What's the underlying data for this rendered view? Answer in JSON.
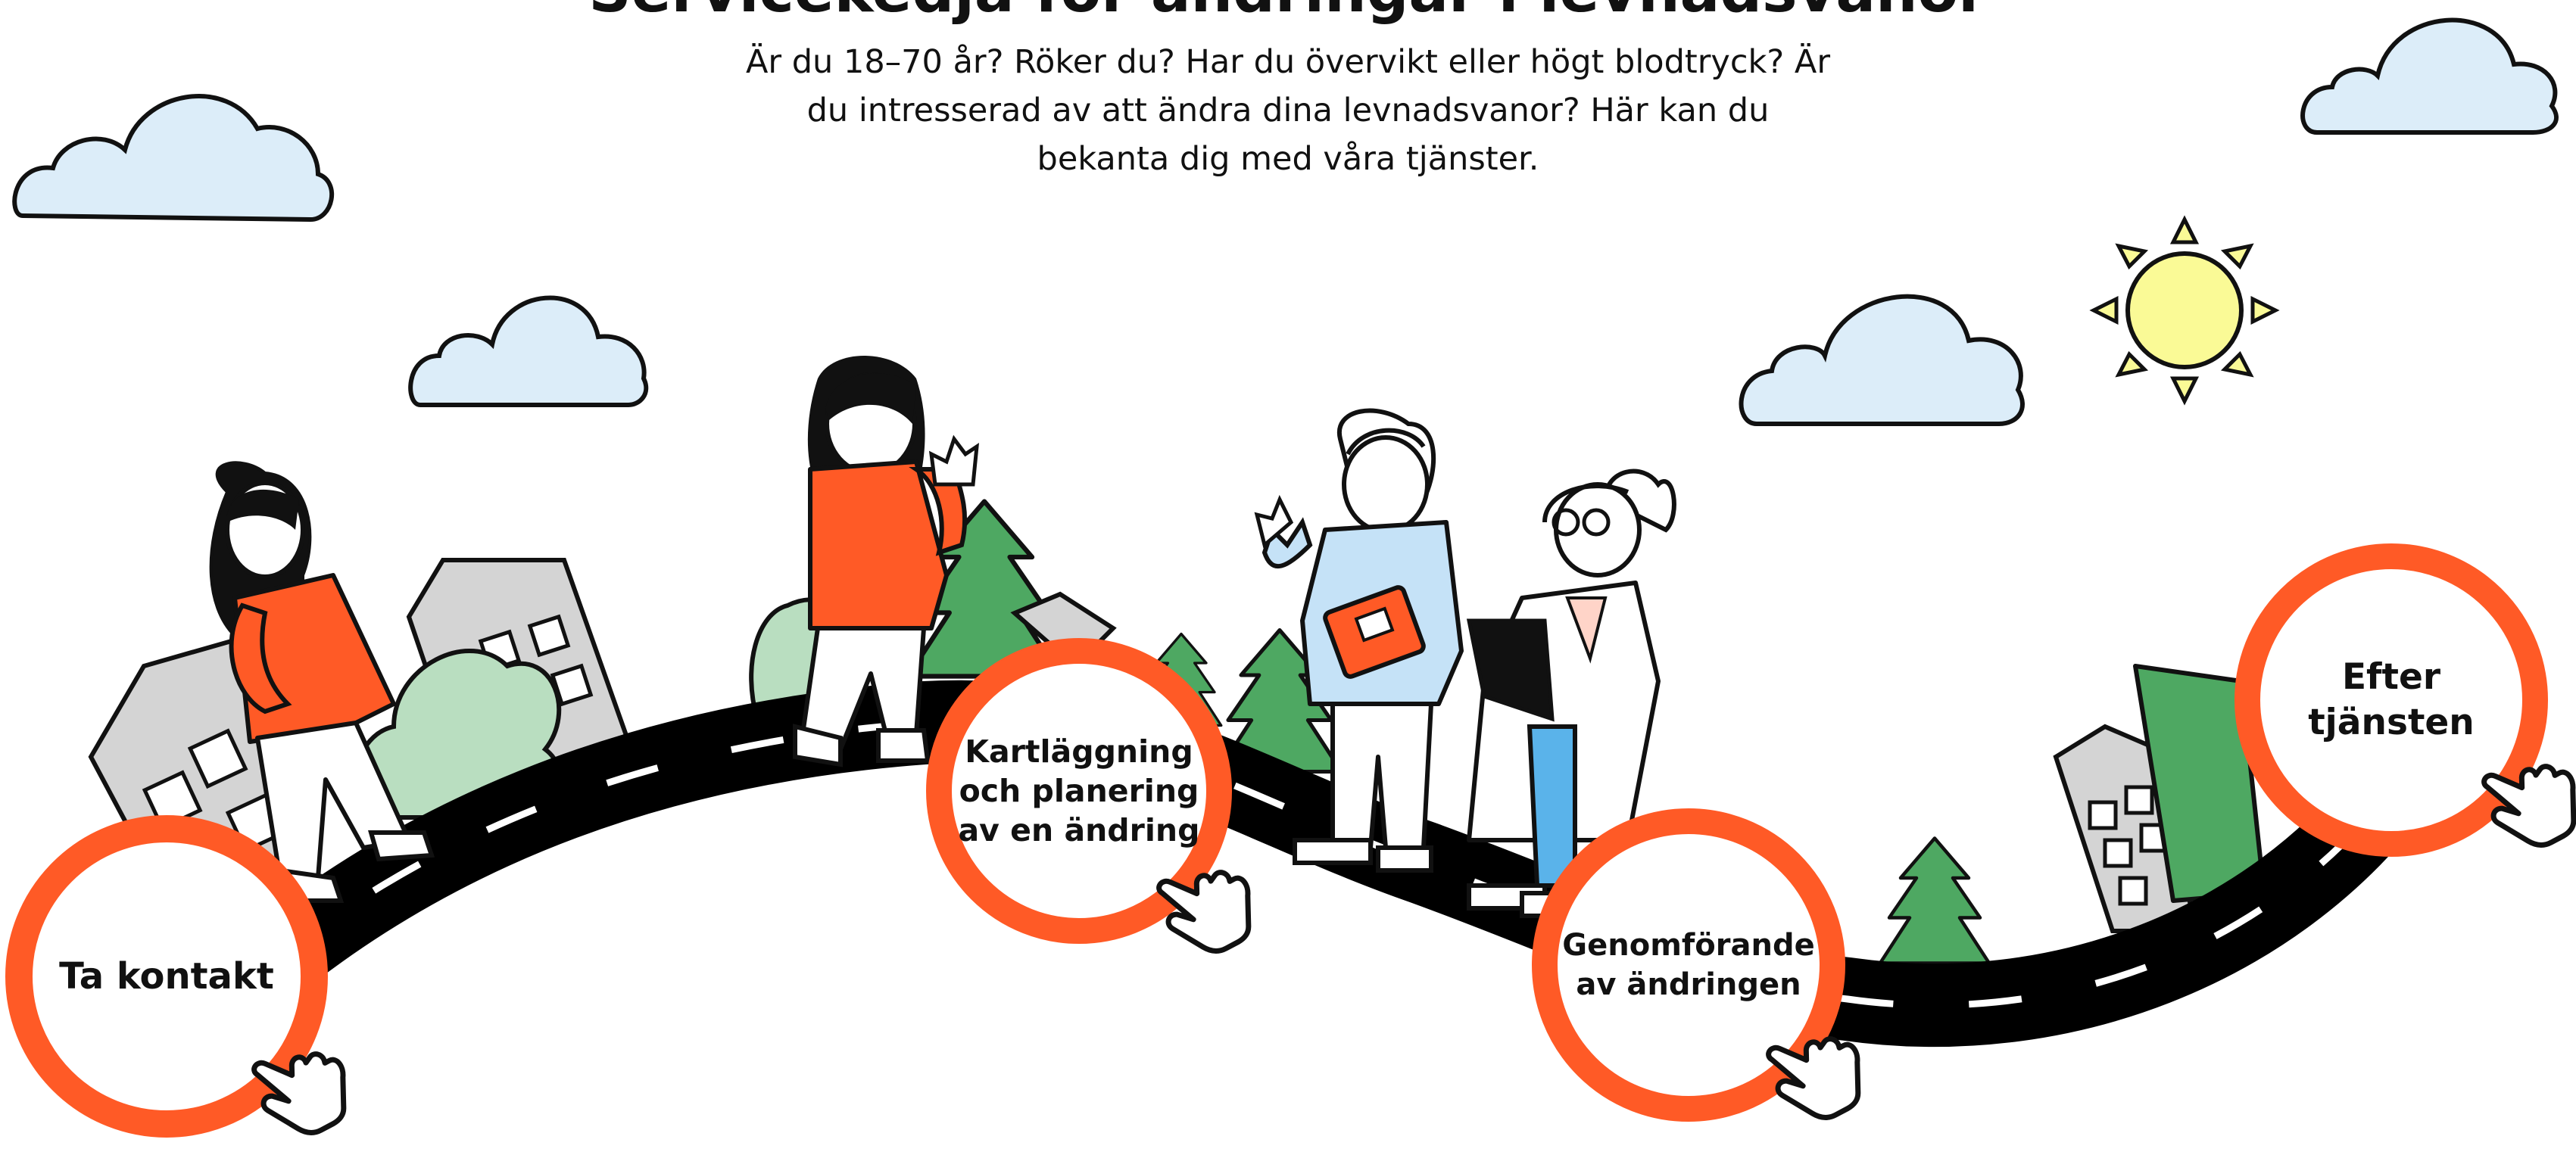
{
  "title": "Servicekedja för ändringar i levnadsvanor",
  "intro_lines": [
    "Är du 18–70 år? Röker du? Har du övervikt eller högt blodtryck? Är",
    "du intresserad av att ändra dina levnadsvanor? Här kan du",
    "bekanta dig med våra tjänster."
  ],
  "steps": [
    {
      "lines": [
        "Ta kontakt"
      ]
    },
    {
      "lines": [
        "Kartläggning",
        "och planering",
        "av en ändring"
      ]
    },
    {
      "lines": [
        "Genomförande",
        "av ändringen"
      ]
    },
    {
      "lines": [
        "Efter",
        "tjänsten"
      ]
    }
  ],
  "colors": {
    "accent": "#ff5a26",
    "road": "#000000",
    "cloud": "#dcedf9",
    "sun": "#fafa96",
    "tree": "#4ea862",
    "bush": "#b9dec0",
    "building": "#d4d4d4",
    "shirt_blue": "#c5e2f7",
    "jeans": "#5ab3ea",
    "skin_pink": "#ffd4c8"
  },
  "icons": [
    "cloud-icon",
    "sun-icon",
    "pointer-hand-icon",
    "tree-icon",
    "building-icon",
    "road"
  ]
}
